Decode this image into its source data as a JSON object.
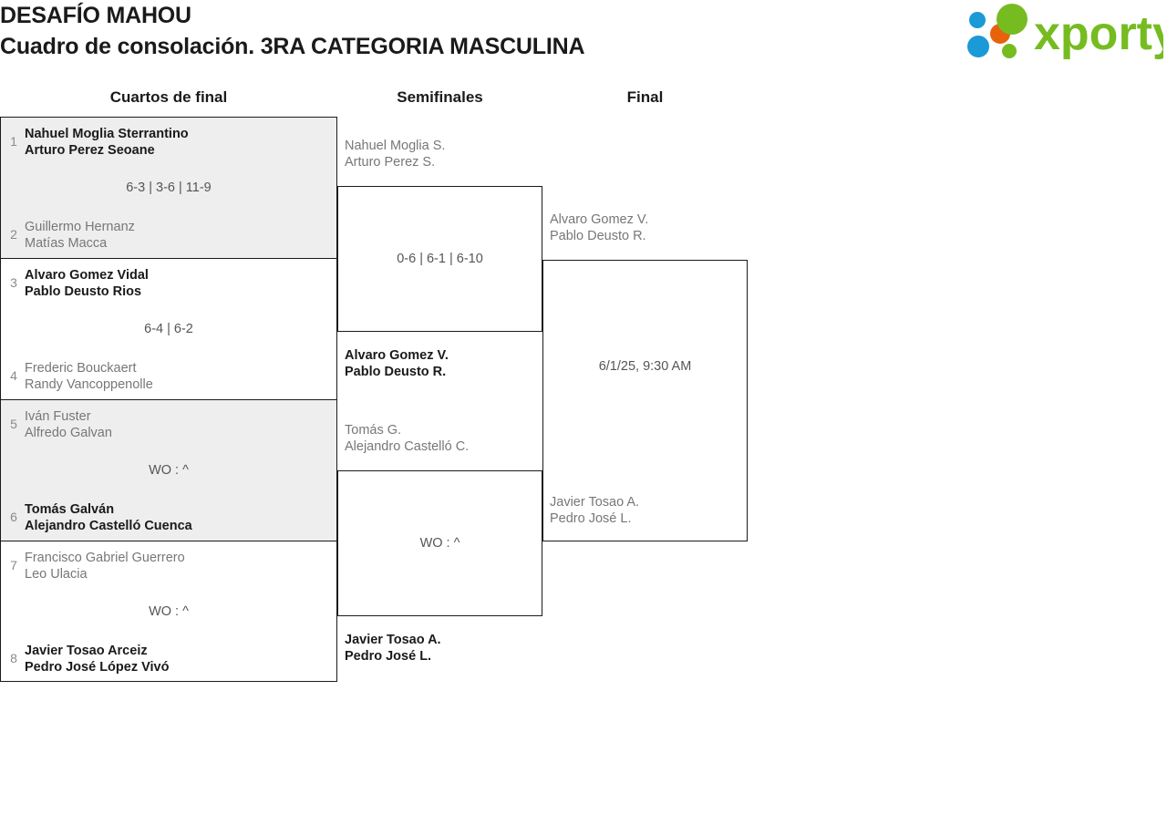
{
  "header": {
    "tournament": "DESAFÍO MAHOU",
    "subtitle": "Cuadro de consolación. 3RA CATEGORIA MASCULINA",
    "logo_text": "xporty",
    "logo_colors": {
      "green": "#76bc21",
      "orange": "#e8620c",
      "blue": "#1a9ad7"
    }
  },
  "rounds": [
    {
      "label": "Cuartos de final"
    },
    {
      "label": "Semifinales"
    },
    {
      "label": "Final"
    }
  ],
  "quarterfinals": [
    {
      "shaded": true,
      "top": {
        "seed": "1",
        "line1": "Nahuel Moglia Sterrantino",
        "line2": "Arturo Perez Seoane",
        "winner": true
      },
      "bottom": {
        "seed": "2",
        "line1": "Guillermo Hernanz",
        "line2": "Matías Macca",
        "winner": false
      },
      "score": "6-3 | 3-6 | 11-9"
    },
    {
      "shaded": false,
      "top": {
        "seed": "3",
        "line1": "Alvaro Gomez Vidal",
        "line2": "Pablo Deusto Rios",
        "winner": true
      },
      "bottom": {
        "seed": "4",
        "line1": "Frederic Bouckaert",
        "line2": "Randy Vancoppenolle",
        "winner": false
      },
      "score": "6-4 | 6-2"
    },
    {
      "shaded": true,
      "top": {
        "seed": "5",
        "line1": "Iván Fuster",
        "line2": "Alfredo Galvan",
        "winner": false
      },
      "bottom": {
        "seed": "6",
        "line1": "Tomás Galván",
        "line2": "Alejandro Castelló Cuenca",
        "winner": true
      },
      "score": "WO : ^"
    },
    {
      "shaded": false,
      "top": {
        "seed": "7",
        "line1": "Francisco Gabriel Guerrero",
        "line2": "Leo Ulacia",
        "winner": false
      },
      "bottom": {
        "seed": "8",
        "line1": "Javier Tosao Arceiz",
        "line2": "Pedro José López Vivó",
        "winner": true
      },
      "score": "WO : ^"
    }
  ],
  "semifinals": [
    {
      "top": {
        "line1": "Nahuel Moglia S.",
        "line2": "Arturo Perez S.",
        "winner": false
      },
      "bottom": {
        "line1": "Alvaro Gomez V.",
        "line2": "Pablo Deusto R.",
        "winner": true
      },
      "score": "0-6 | 6-1 | 6-10"
    },
    {
      "top": {
        "line1": "Tomás G.",
        "line2": "Alejandro Castelló C.",
        "winner": false
      },
      "bottom": {
        "line1": "Javier Tosao A.",
        "line2": "Pedro José L.",
        "winner": true
      },
      "score": "WO : ^"
    }
  ],
  "final": {
    "top": {
      "line1": "Alvaro Gomez V.",
      "line2": "Pablo Deusto R."
    },
    "bottom": {
      "line1": "Javier Tosao A.",
      "line2": "Pedro José L."
    },
    "schedule": "6/1/25, 9:30 AM"
  }
}
